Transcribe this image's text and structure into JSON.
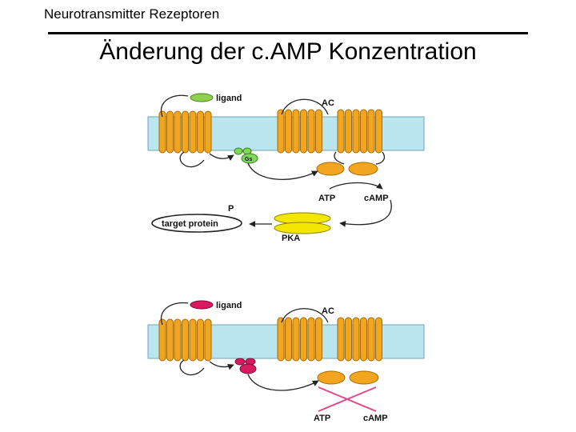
{
  "header": {
    "subject": "Neurotransmitter Rezeptoren"
  },
  "slide": {
    "title": "Änderung der c.AMP Konzentration"
  },
  "diagram_top": {
    "ligand": "ligand",
    "ac": "AC",
    "gs": "Gs",
    "atp": "ATP",
    "camp": "cAMP",
    "p": "P",
    "target_protein": "target protein",
    "pka": "PKA",
    "ligand_color": "#8fd14f",
    "gprotein_color": "#7ed957"
  },
  "diagram_bottom": {
    "ligand": "ligand",
    "ac": "AC",
    "atp": "ATP",
    "camp": "cAMP",
    "ligand_color": "#d81b60",
    "gprotein_color": "#d81b60"
  },
  "colors": {
    "membrane": "#b9e6ef",
    "helix": "#f2a51f",
    "ac_subunit": "#f2a51f",
    "pka": "#f3e600",
    "cross": "#e04a8a"
  }
}
